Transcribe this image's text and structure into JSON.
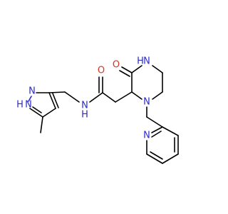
{
  "atom_labels": {
    "nh_pyrazole": "N",
    "h_pyrazole": "H",
    "n_pyrazole": "N",
    "nh_amide": "N",
    "h_amide": "H",
    "o_amide": "O",
    "o_lactam": "O",
    "nh_lactam": "N",
    "h_lactam": "H",
    "n_piperazine": "N",
    "n_pyridine": "N"
  },
  "colors": {
    "carbon_bond": "#000000",
    "nitrogen": "#2b2bcc",
    "oxygen": "#e0301e",
    "background": "#ffffff"
  }
}
